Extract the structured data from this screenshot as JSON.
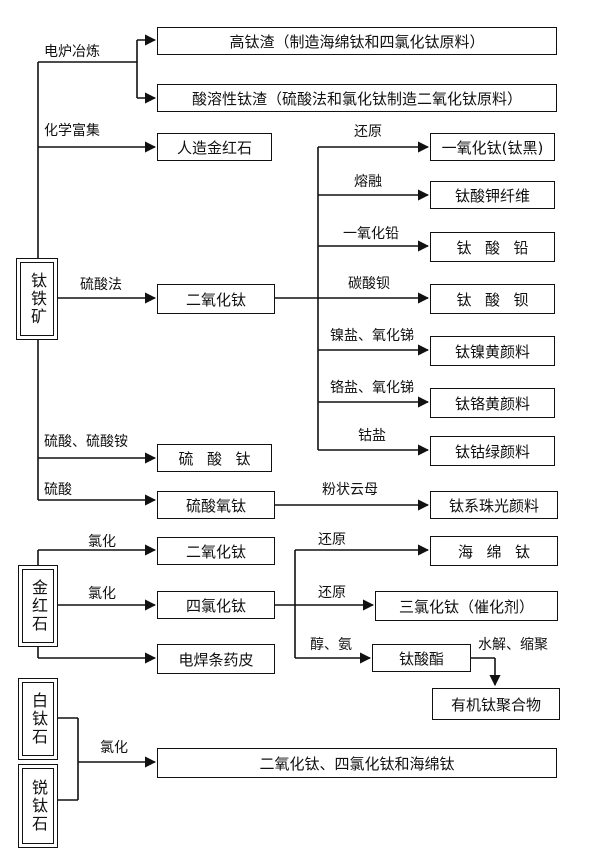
{
  "sources": {
    "ilmenite": "钛铁矿",
    "rutile": "金红石",
    "leucoxene": "白钛石",
    "anatase": "锐钛石"
  },
  "labels": {
    "electric_furnace": "电炉冶炼",
    "chemical_enrich": "化学富集",
    "sulfuric_acid_method": "硫酸法",
    "sulfuric_ammonium": "硫酸、硫酸铵",
    "sulfuric_acid": "硫酸",
    "reduction_1": "还原",
    "fusion": "熔融",
    "lead_monoxide": "一氧化铅",
    "barium_carbonate": "碳酸钡",
    "nickel_antimony": "镍盐、氧化锑",
    "chromium_antimony": "铬盐、氧化锑",
    "cobalt_salt": "钴盐",
    "mica_powder": "粉状云母",
    "chlorination_1": "氯化",
    "chlorination_2": "氯化",
    "reduction_2": "还原",
    "reduction_3": "还原",
    "alcohol_ammonia": "醇、氨",
    "hydrolysis_condense": "水解、缩聚",
    "chlorination_3": "氯化"
  },
  "boxes": {
    "high_ti_slag": "高钛渣（制造海绵钛和四氯化钛原料）",
    "acid_soluble_slag": "酸溶性钛渣（硫酸法和氯化钛制造二氧化钛原料）",
    "artificial_rutile": "人造金红石",
    "tio2_sulfate": "二氧化钛",
    "ti_monoxide": "一氧化钛(钛黑)",
    "k_titanate_fiber": "钛酸钾纤维",
    "lead_titanate": "钛酸铅",
    "barium_titanate": "钛酸钡",
    "ni_yellow": "钛镍黄颜料",
    "cr_yellow": "钛铬黄颜料",
    "co_green": "钛钴绿颜料",
    "ti_sulfate": "硫酸钛",
    "titanyl_sulfate": "硫酸氧钛",
    "pearl_pigment": "钛系珠光颜料",
    "tio2_chloride": "二氧化钛",
    "ticl4": "四氯化钛",
    "sponge_ti": "海绵钛",
    "ticl3": "三氯化钛（催化剂）",
    "electrode_coating": "电焊条药皮",
    "titanate_ester": "钛酸酯",
    "organo_ti_polymer": "有机钛聚合物",
    "final_products": "二氧化钛、四氯化钛和海绵钛"
  }
}
